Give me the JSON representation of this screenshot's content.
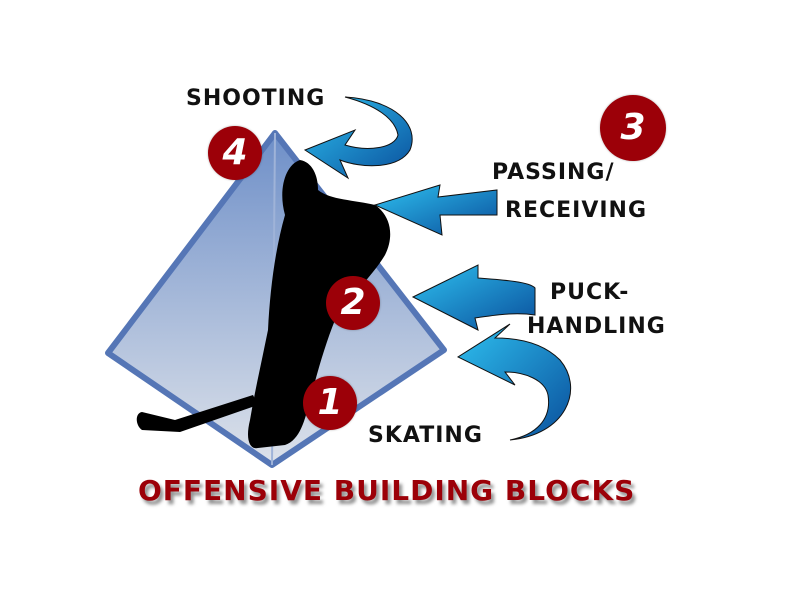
{
  "diagram": {
    "title": "OFFENSIVE BUILDING BLOCKS",
    "colors": {
      "badge": "#9c0008",
      "arrow": "#1f8bd6",
      "pyramid": "#5b7fbf",
      "title": "#9c0008"
    },
    "blocks": [
      {
        "number": "1",
        "label": "SKATING"
      },
      {
        "number": "2",
        "label_line1": "PUCK-",
        "label_line2": "HANDLING"
      },
      {
        "number": "3",
        "label_line1": "PASSING/",
        "label_line2": "RECEIVING"
      },
      {
        "number": "4",
        "label": "SHOOTING"
      }
    ]
  }
}
